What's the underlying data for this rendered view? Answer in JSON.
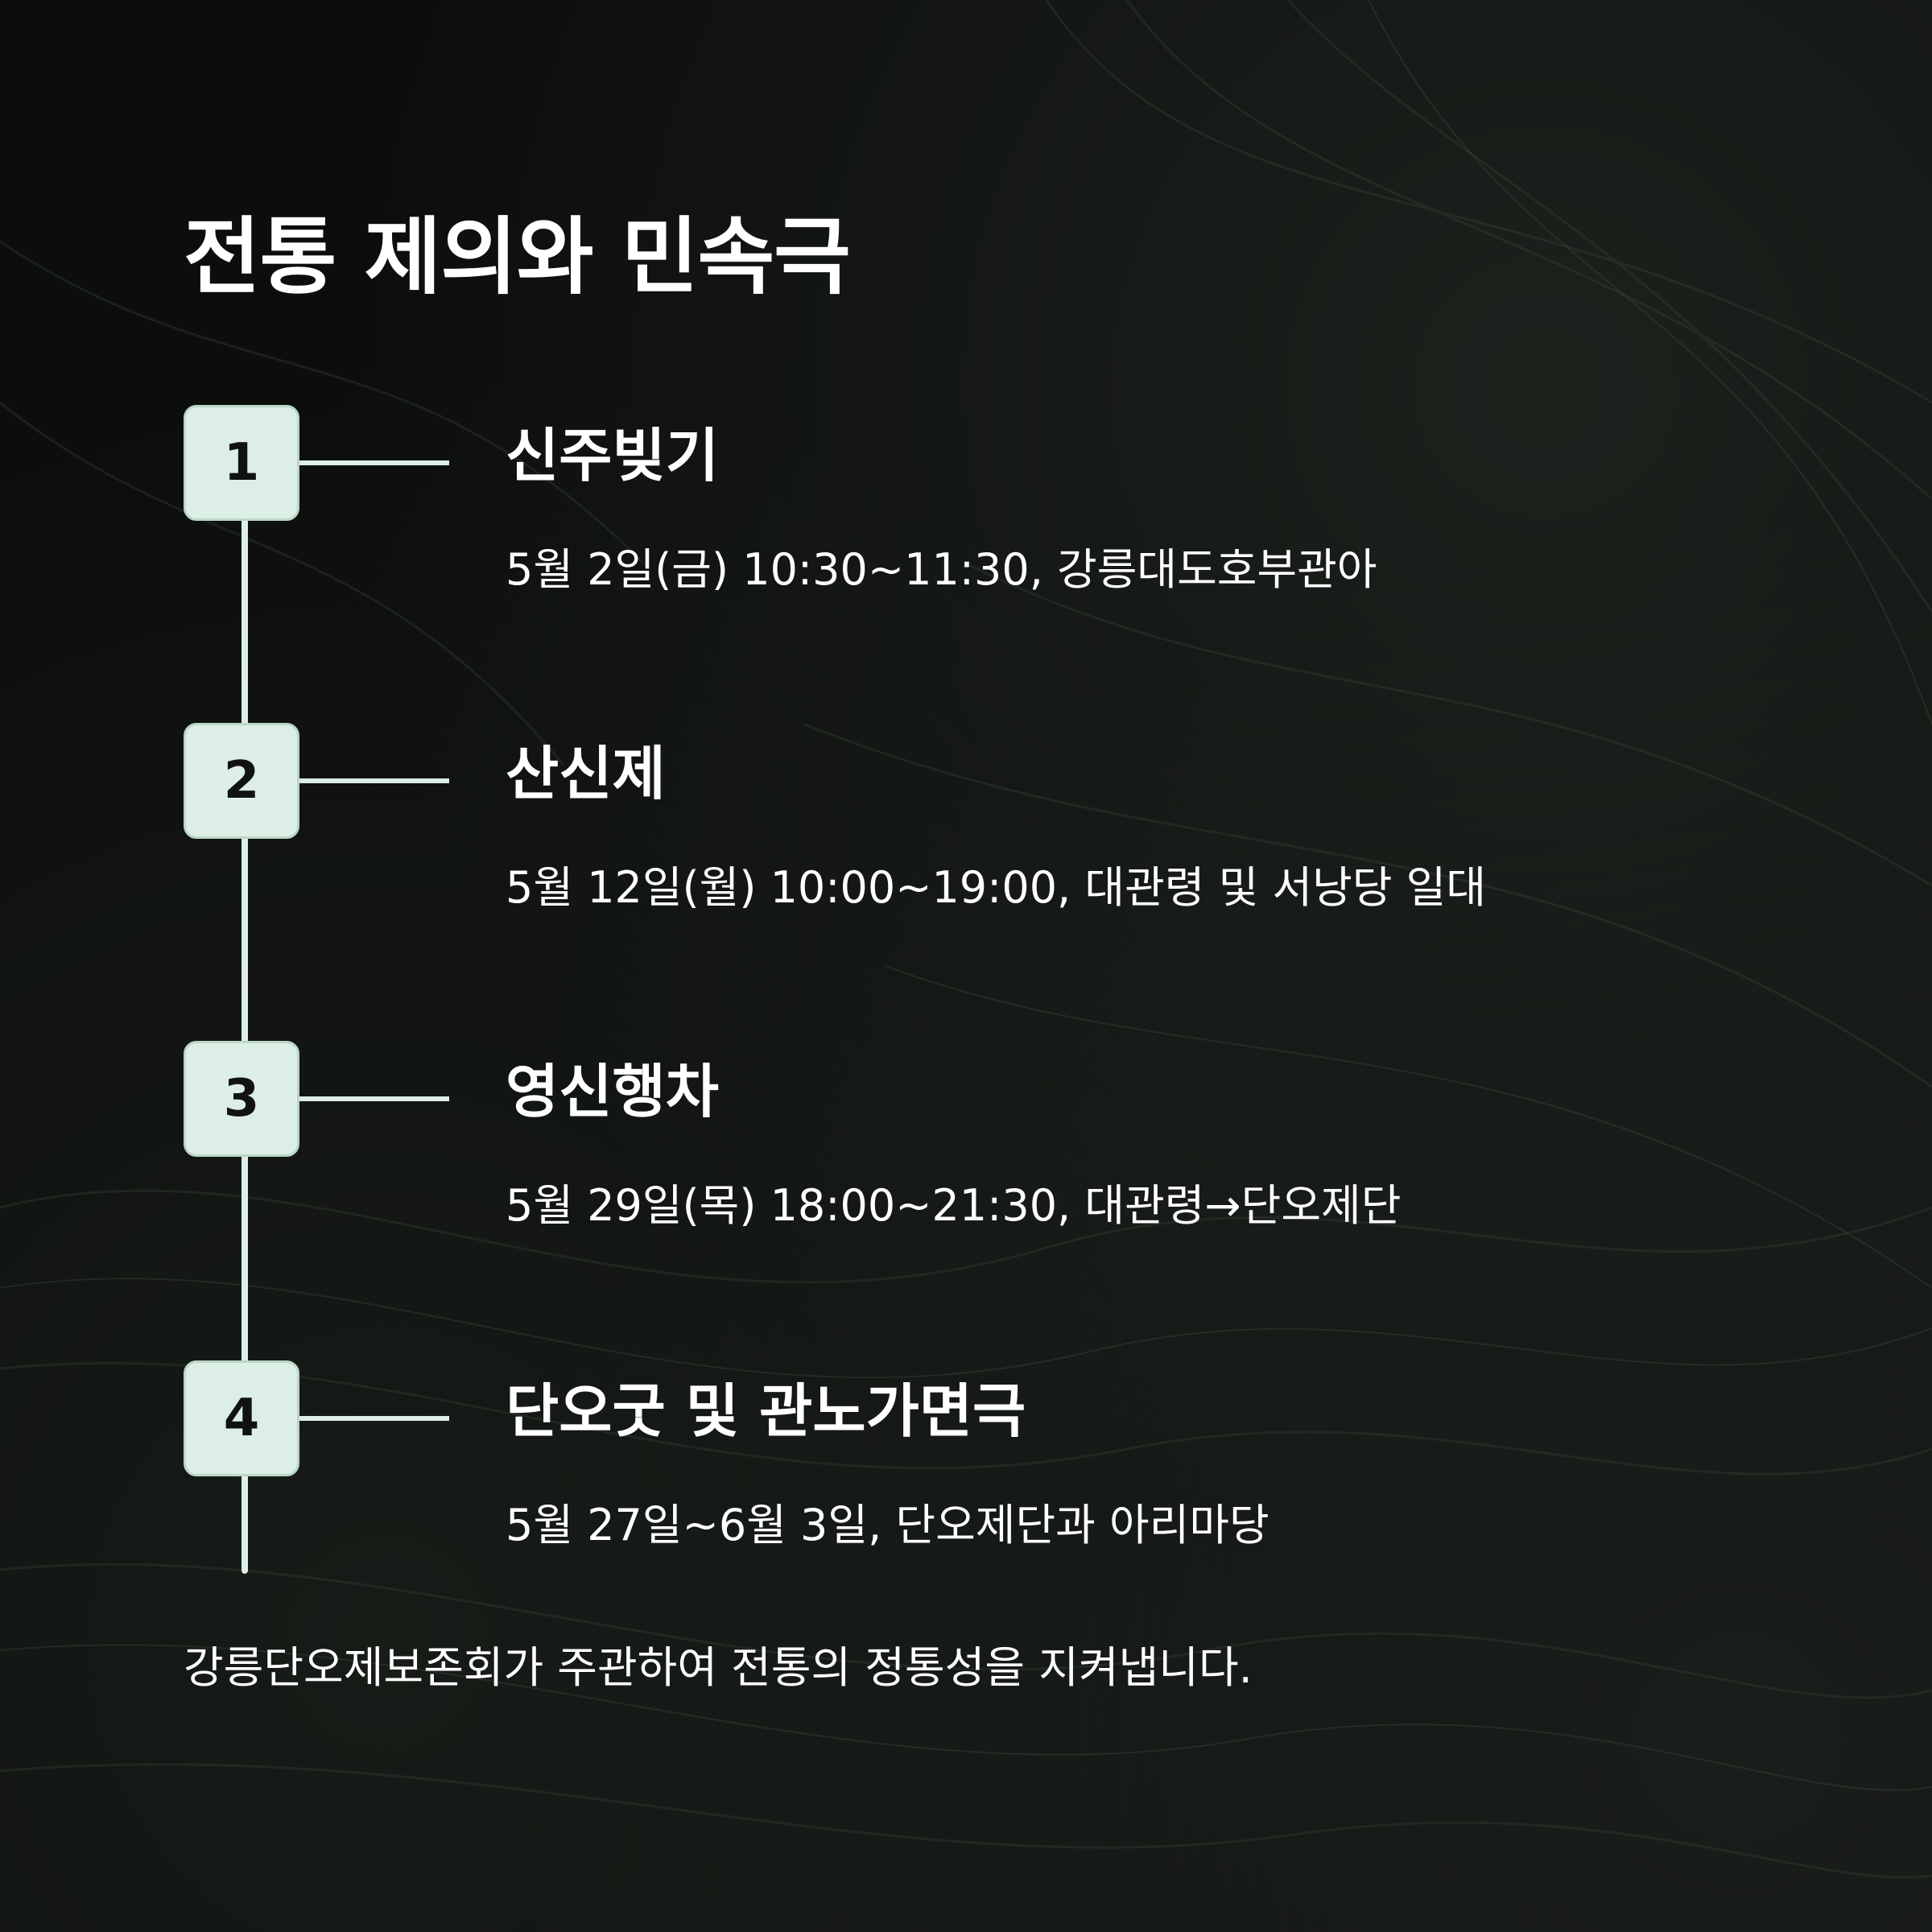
{
  "title": "전통 제의와 민속극",
  "steps": [
    {
      "number": "1",
      "title": "신주빚기",
      "detail": "5월 2일(금) 10:30~11:30, 강릉대도호부관아"
    },
    {
      "number": "2",
      "title": "산신제",
      "detail": "5월 12일(월) 10:00~19:00, 대관령 및 서낭당 일대"
    },
    {
      "number": "3",
      "title": "영신행차",
      "detail": "5월 29일(목) 18:00~21:30, 대관령→단오제단"
    },
    {
      "number": "4",
      "title": "단오굿 및 관노가면극",
      "detail": "5월 27일~6월 3일, 단오제단과 아리마당"
    }
  ],
  "footer": "강릉단오제보존회가 주관하여 전통의 정통성을 지켜냅니다.",
  "colors": {
    "background": "#0c0e0c",
    "badge": "#dceee5",
    "text": "#ffffff"
  }
}
